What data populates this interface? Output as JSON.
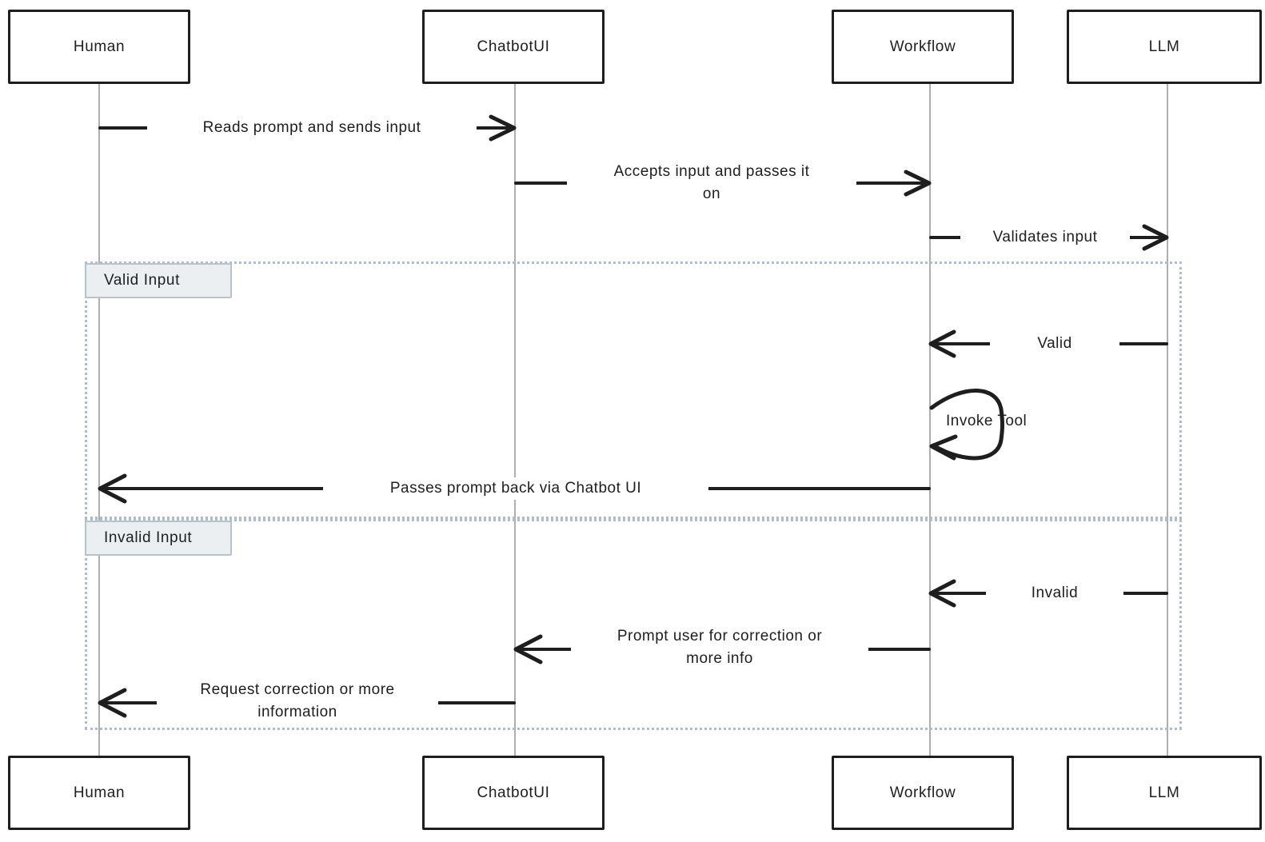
{
  "diagram": {
    "type": "sequence-diagram",
    "title": "",
    "style": "hand-drawn",
    "colors": {
      "stroke": "#1e1e1e",
      "lifeline": "#aeaeae",
      "group_border": "#adbdcc",
      "group_label_bg": "#eceff2",
      "group_label_border": "#b6c2ce",
      "background": "#ffffff"
    }
  },
  "participants": [
    {
      "id": "human",
      "label": "Human"
    },
    {
      "id": "chatbotui",
      "label": "ChatbotUI"
    },
    {
      "id": "workflow",
      "label": "Workflow"
    },
    {
      "id": "llm",
      "label": "LLM"
    }
  ],
  "participants_bottom": [
    {
      "id": "human",
      "label": "Human"
    },
    {
      "id": "chatbotui",
      "label": "ChatbotUI"
    },
    {
      "id": "workflow",
      "label": "Workflow"
    },
    {
      "id": "llm",
      "label": "LLM"
    }
  ],
  "groups": [
    {
      "id": "valid",
      "label": "Valid Input"
    },
    {
      "id": "invalid",
      "label": "Invalid Input"
    }
  ],
  "messages": [
    {
      "id": "m1",
      "from": "human",
      "to": "chatbotui",
      "direction": "right",
      "label": "Reads prompt and sends input"
    },
    {
      "id": "m2",
      "from": "chatbotui",
      "to": "workflow",
      "direction": "right",
      "label": "Accepts input and passes it\non"
    },
    {
      "id": "m3",
      "from": "workflow",
      "to": "llm",
      "direction": "right",
      "label": "Validates input"
    },
    {
      "id": "m4",
      "from": "llm",
      "to": "workflow",
      "direction": "left",
      "label": "Valid"
    },
    {
      "id": "m5",
      "from": "workflow",
      "to": "workflow",
      "direction": "self",
      "label": "Invoke Tool"
    },
    {
      "id": "m6",
      "from": "workflow",
      "to": "human",
      "direction": "left",
      "label": "Passes prompt back via Chatbot UI"
    },
    {
      "id": "m7",
      "from": "llm",
      "to": "workflow",
      "direction": "left",
      "label": "Invalid"
    },
    {
      "id": "m8",
      "from": "workflow",
      "to": "chatbotui",
      "direction": "left",
      "label": "Prompt user for correction or\nmore info"
    },
    {
      "id": "m9",
      "from": "chatbotui",
      "to": "human",
      "direction": "left",
      "label": "Request correction or more\ninformation"
    }
  ]
}
